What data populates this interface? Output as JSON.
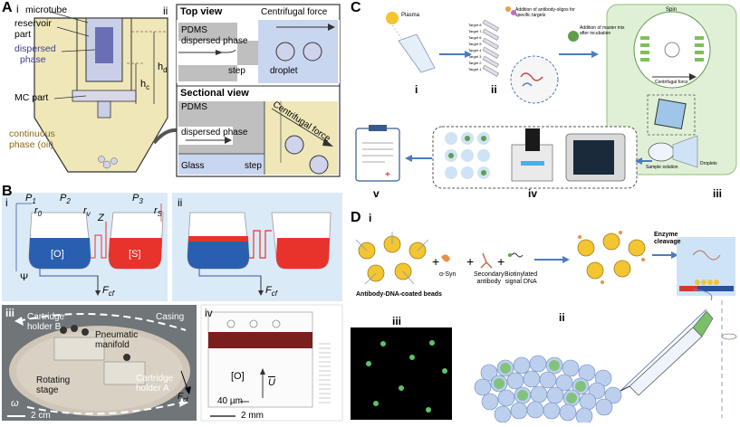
{
  "panelA": {
    "letter": "A",
    "sub_i": "i",
    "sub_ii": "ii",
    "labels": {
      "microtube": "microtube",
      "reservoir": "reservoir",
      "part": "part",
      "dispersed1": "dispersed",
      "dispersed2": "phase",
      "hd": "h",
      "hd_sub": "d",
      "hc": "h",
      "hc_sub": "c",
      "mc_part": "MC part",
      "continuous1": "continuous",
      "continuous2": "phase (oil)"
    },
    "top_view": {
      "title": "Top view",
      "force": "Centrifugal force",
      "pdms": "PDMS",
      "dispersed": "dispersed phase",
      "step": "step",
      "droplet": "droplet"
    },
    "sectional_view": {
      "title": "Sectional view",
      "force": "Centrifugal force",
      "pdms": "PDMS",
      "dispersed": "dispersed phase",
      "glass": "Glass",
      "step": "step"
    }
  },
  "panelB": {
    "letter": "B",
    "sub_i": "i",
    "sub_ii": "ii",
    "sub_iii": "iii",
    "sub_iv": "iv",
    "p1": "P",
    "p1_sub": "1",
    "p2": "P",
    "p2_sub": "2",
    "p3": "P",
    "p3_sub": "3",
    "r0": "r",
    "r0_sub": "0",
    "rv": "r",
    "rv_sub": "v",
    "rs": "r",
    "rs_sub": "S",
    "z": "Z",
    "psi": "Ψ",
    "o_label": "[O]",
    "s_label": "[S]",
    "fcf": "F",
    "fcf_sub": "cf",
    "photo": {
      "cartridge_b1": "Cartridge",
      "cartridge_b2": "holder B",
      "pneumatic1": "Pneumatic",
      "pneumatic2": "manifold",
      "casing": "Casing",
      "rotating1": "Rotating",
      "rotating2": "stage",
      "cartridge_a1": "Cartridge",
      "cartridge_a2": "holder A",
      "omega": "ω",
      "scale": "2 cm"
    },
    "micro": {
      "o_label": "[O]",
      "u": "U",
      "scale_small": "40 µm",
      "scale": "2 mm"
    }
  },
  "panelC": {
    "letter": "C",
    "plasma": "Plasma",
    "addition_antibody": "Addition of antibody-oligos for specific targets",
    "targets": [
      "Target 8",
      "Target 7",
      "Target 6",
      "Target 5",
      "Target 4",
      "Target 3",
      "Target 2",
      "Target 1"
    ],
    "addition_master": "Addition of master mix after incubation",
    "spin": "Spin",
    "centrifugal": "Centrifugal force",
    "sample_solution": "Sample solution",
    "droplets": "Droplets",
    "sub_i": "i",
    "sub_ii": "ii",
    "sub_iii": "iii",
    "sub_iv": "iv",
    "sub_v": "v"
  },
  "panelD": {
    "letter": "D",
    "sub_i": "i",
    "sub_ii": "ii",
    "sub_iii": "iii",
    "alpha_syn": "α-Syn",
    "secondary1": "Secondary",
    "secondary2": "antibody",
    "biotin1": "Biotinylated",
    "biotin2": "signal DNA",
    "beads": "Antibody-DNA-coated beads",
    "enzyme1": "Enzyme",
    "enzyme2": "cleavage",
    "plus": "+"
  },
  "colors": {
    "blue_phase": "#2a5fb0",
    "red_phase": "#e8322c",
    "light_blue_bg": "#dbeaf7",
    "tube_yellow": "#efe7b8",
    "chamber_blue": "#c9d6ef"
  }
}
